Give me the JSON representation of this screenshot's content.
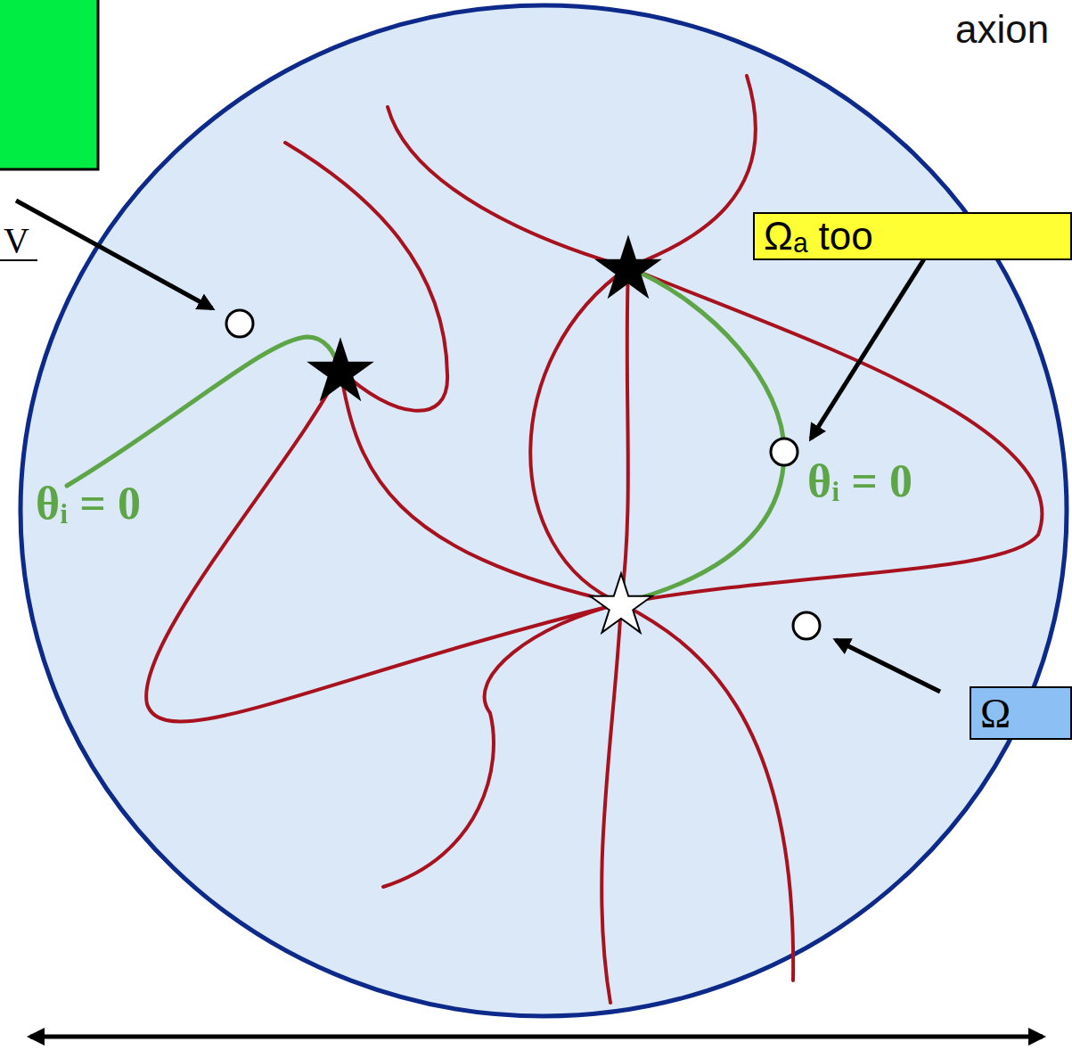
{
  "diagram": {
    "nodes": [
      {
        "text": [
          "Ωₐ too"
        ]
      },
      {
        "text": [
          "Ω"
        ]
      }
    ],
    "labels": [
      "axion",
      "V",
      "θᵢ = 0",
      "θᵢ = 0"
    ]
  }
}
